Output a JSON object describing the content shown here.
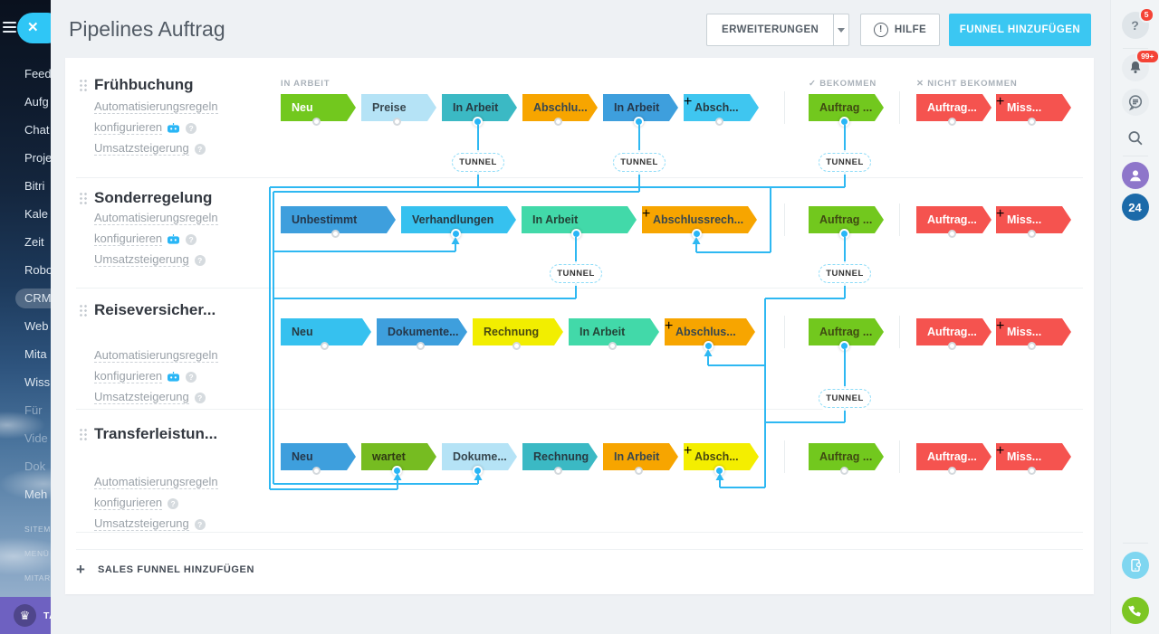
{
  "app": {
    "title": "Pipelines Auftrag"
  },
  "header": {
    "extensions_label": "ERWEITERUNGEN",
    "help_label": "HILFE",
    "help_icon_glyph": "!",
    "add_funnel_label": "FUNNEL HINZUFÜGEN"
  },
  "left_sidebar": {
    "items": [
      {
        "label": "Feed"
      },
      {
        "label": "Aufg"
      },
      {
        "label": "Chat"
      },
      {
        "label": "Proje"
      },
      {
        "label": "Bitri"
      },
      {
        "label": "Kale"
      },
      {
        "label": "Zeit"
      },
      {
        "label": "Robo"
      },
      {
        "label": "CRM",
        "active": true
      },
      {
        "label": "Web"
      },
      {
        "label": "Mita"
      },
      {
        "label": "Wiss"
      },
      {
        "label": "Für",
        "dim": true
      },
      {
        "label": "Vide",
        "dim": true
      },
      {
        "label": "Dok",
        "dim": true
      },
      {
        "label": "Meh"
      }
    ],
    "small_items": [
      {
        "label": "SITEMA"
      },
      {
        "label": "MENÜ"
      },
      {
        "label": "MITAR"
      }
    ],
    "footer_label": "TA",
    "close_glyph": "✕"
  },
  "group_labels": {
    "work": "IN ARBEIT",
    "success": "BEKOMMEN",
    "fail": "NICHT BEKOMMEN",
    "success_glyph": "✓",
    "fail_glyph": "✕"
  },
  "tunnel": {
    "label": "TUNNEL"
  },
  "links": {
    "line1": "Automatisierungsregeln",
    "line2": "konfigurieren",
    "line3": "Umsatzsteigerung"
  },
  "pipelines": [
    {
      "name": "Frühbuchung",
      "has_robot": true,
      "work_stages": [
        {
          "label": "Neu",
          "color": "#72c81e",
          "text_color": "#ffffff",
          "dot": "hollow"
        },
        {
          "label": "Preise",
          "color": "#b5e3f6",
          "text_color": "#37474f",
          "dot": "hollow"
        },
        {
          "label": "In Arbeit",
          "color": "#3bb9c4",
          "text_color": "#273a42",
          "dot": "blue"
        },
        {
          "label": "Abschlu...",
          "color": "#f7a500",
          "text_color": "#37474f",
          "dot": "hollow"
        },
        {
          "label": "In Arbeit",
          "color": "#3e9fdd",
          "text_color": "#25374a",
          "dot": "blue"
        },
        {
          "label": "Absch...",
          "color": "#3fc6f0",
          "text_color": "#273a42",
          "dot": "hollow",
          "plus": true
        }
      ],
      "success_stage": {
        "label": "Auftrag ...",
        "color": "#72c81e",
        "text_color": "#3f4a12",
        "dot": "blue"
      },
      "fail_stages": [
        {
          "label": "Auftrag...",
          "color": "#f5534f",
          "text_color": "#ffffff",
          "dot": "hollow"
        },
        {
          "label": "Miss...",
          "color": "#f5534f",
          "text_color": "#ffffff",
          "dot": "hollow",
          "plus": true
        }
      ]
    },
    {
      "name": "Sonderregelung",
      "has_robot": true,
      "work_stages": [
        {
          "label": "Unbestimmt",
          "color": "#3e9fdd",
          "text_color": "#25374a",
          "dot": "hollow"
        },
        {
          "label": "Verhandlungen",
          "color": "#36c1ef",
          "text_color": "#273a42",
          "dot": "blue"
        },
        {
          "label": "In Arbeit",
          "color": "#42d9a9",
          "text_color": "#234437",
          "dot": "blue"
        },
        {
          "label": "Abschlussrech...",
          "color": "#f7a500",
          "text_color": "#37474f",
          "dot": "blue",
          "plus": true
        }
      ],
      "success_stage": {
        "label": "Auftrag ...",
        "color": "#72c81e",
        "text_color": "#3f4a12",
        "dot": "blue"
      },
      "fail_stages": [
        {
          "label": "Auftrag...",
          "color": "#f5534f",
          "text_color": "#ffffff",
          "dot": "hollow"
        },
        {
          "label": "Miss...",
          "color": "#f5534f",
          "text_color": "#ffffff",
          "dot": "hollow",
          "plus": true
        }
      ]
    },
    {
      "name": "Reiseversicher...",
      "has_robot": true,
      "work_stages": [
        {
          "label": "Neu",
          "color": "#36c1ef",
          "text_color": "#273a42",
          "dot": "hollow"
        },
        {
          "label": "Dokumente...",
          "color": "#3e9fdd",
          "text_color": "#25374a",
          "dot": "hollow"
        },
        {
          "label": "Rechnung",
          "color": "#f2ee00",
          "text_color": "#4a4a10",
          "dot": "hollow"
        },
        {
          "label": "In Arbeit",
          "color": "#42d9a9",
          "text_color": "#234437",
          "dot": "hollow"
        },
        {
          "label": "Abschlus...",
          "color": "#f7a500",
          "text_color": "#37474f",
          "dot": "blue",
          "plus": true
        }
      ],
      "success_stage": {
        "label": "Auftrag ...",
        "color": "#72c81e",
        "text_color": "#3f4a12",
        "dot": "blue"
      },
      "fail_stages": [
        {
          "label": "Auftrag...",
          "color": "#f5534f",
          "text_color": "#ffffff",
          "dot": "hollow"
        },
        {
          "label": "Miss...",
          "color": "#f5534f",
          "text_color": "#ffffff",
          "dot": "hollow",
          "plus": true
        }
      ]
    },
    {
      "name": "Transferleistun...",
      "has_robot": false,
      "work_stages": [
        {
          "label": "Neu",
          "color": "#3e9fdd",
          "text_color": "#25374a",
          "dot": "hollow"
        },
        {
          "label": "wartet",
          "color": "#76bc21",
          "text_color": "#2f3b12",
          "dot": "blue"
        },
        {
          "label": "Dokume...",
          "color": "#b5e3f6",
          "text_color": "#37474f",
          "dot": "blue"
        },
        {
          "label": "Rechnung",
          "color": "#3bb9c4",
          "text_color": "#273a42",
          "dot": "hollow"
        },
        {
          "label": "In Arbeit",
          "color": "#f7a500",
          "text_color": "#37474f",
          "dot": "hollow"
        },
        {
          "label": "Absch...",
          "color": "#f4ee00",
          "text_color": "#4a4a10",
          "dot": "blue",
          "plus": true
        }
      ],
      "success_stage": {
        "label": "Auftrag ...",
        "color": "#72c81e",
        "text_color": "#3f4a12",
        "dot": "hollow"
      },
      "fail_stages": [
        {
          "label": "Auftrag...",
          "color": "#f5534f",
          "text_color": "#ffffff",
          "dot": "hollow"
        },
        {
          "label": "Miss...",
          "color": "#f5534f",
          "text_color": "#ffffff",
          "dot": "hollow",
          "plus": true
        }
      ]
    }
  ],
  "footer": {
    "add_label": "SALES FUNNEL HINZUFÜGEN",
    "plus_glyph": "+"
  },
  "right_rail": {
    "help_glyph": "?",
    "help_badge": "5",
    "bell_badge": "99+",
    "counter": "24"
  },
  "colors": {
    "accent_blue": "#3bc7f2",
    "line_blue": "#2eb8f2",
    "red": "#f5534f",
    "green": "#72c81e",
    "orange": "#f7a500"
  }
}
